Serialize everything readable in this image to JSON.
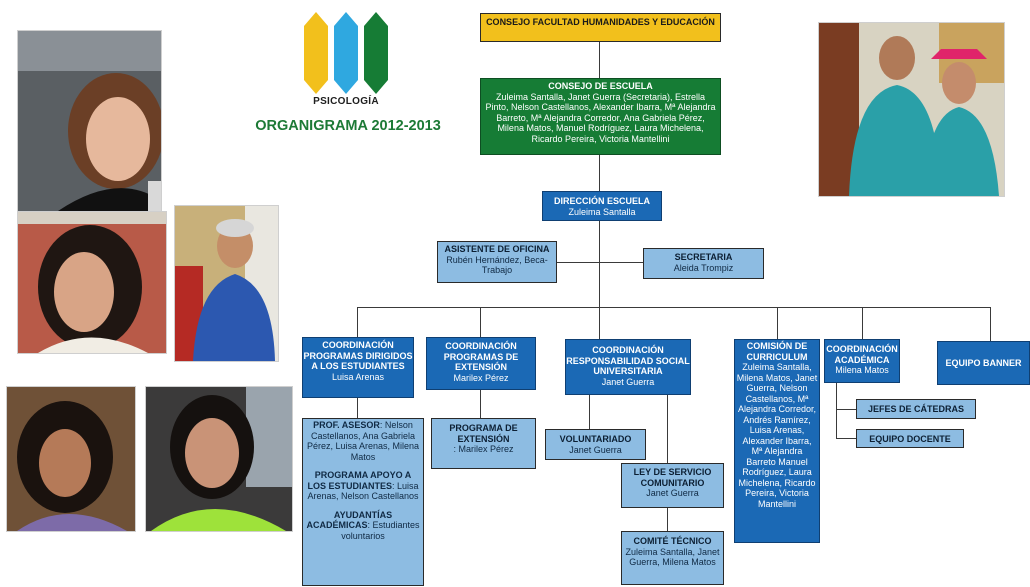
{
  "title": "ORGANIGRAMA 2012-2013",
  "logo": {
    "text": "PSICOLOGÍA",
    "colors": [
      "#f2c01c",
      "#2fa8e0",
      "#167c35"
    ]
  },
  "nodes": {
    "consejo_facultad": {
      "title": "CONSEJO FACULTAD HUMANIDADES Y EDUCACIÓN"
    },
    "consejo_escuela": {
      "title": "CONSEJO DE ESCUELA",
      "members": "Zuleima Santalla, Janet Guerra (Secretaria), Estrella Pinto, Nelson Castellanos, Alexander Ibarra, Mª Alejandra Barreto, Mª Alejandra Corredor, Ana Gabriela Pérez, Milena Matos, Manuel Rodríguez, Laura Michelena, Ricardo Pereira, Victoria Mantellini"
    },
    "direccion": {
      "title": "DIRECCIÓN ESCUELA",
      "name": "Zuleima Santalla"
    },
    "asistente": {
      "title": "ASISTENTE DE OFICINA",
      "name": "Rubén Hernández, Beca-Trabajo"
    },
    "secretaria": {
      "title": "SECRETARIA",
      "name": "Aleida Trompiz"
    },
    "coord_programas": {
      "title": "COORDINACIÓN PROGRAMAS DIRIGIDOS A LOS ESTUDIANTES",
      "name": "Luisa Arenas"
    },
    "coord_extension": {
      "title": "COORDINACIÓN PROGRAMAS DE EXTENSIÓN",
      "name": "Marilex Pérez"
    },
    "coord_rsu": {
      "title": "COORDINACIÓN RESPONSABILIDAD SOCIAL UNIVERSITARIA",
      "name": "Janet Guerra"
    },
    "comision_curriculum": {
      "title": "COMISIÓN DE CURRICULUM",
      "members": "Zuleima Santalla, Milena Matos, Janet Guerra, Nelson Castellanos, Mª Alejandra Corredor, Andrés Ramírez, Luisa Arenas, Alexander Ibarra, Mª Alejandra Barreto Manuel Rodríguez, Laura Michelena, Ricardo Pereira, Victoria Mantellini"
    },
    "coord_academica": {
      "title": "COORDINACIÓN ACADÉMICA",
      "name": "Milena Matos"
    },
    "equipo_banner": {
      "title": "EQUIPO BANNER"
    },
    "programas_detalle": {
      "prof_asesor_title": "PROF. ASESOR",
      "prof_asesor_names": ": Nelson Castellanos, Ana Gabriela Pérez, Luisa Arenas, Milena Matos",
      "apoyo_title": "PROGRAMA APOYO A LOS ESTUDIANTES",
      "apoyo_names": ": Luisa Arenas, Nelson Castellanos",
      "ayudantias_title": "AYUDANTÍAS ACADÉMICAS",
      "ayudantias_names": ": Estudiantes voluntarios"
    },
    "programa_extension": {
      "title": "PROGRAMA DE EXTENSIÓN",
      "name": ": Marilex Pérez"
    },
    "voluntariado": {
      "title": "VOLUNTARIADO",
      "name": "Janet Guerra"
    },
    "servicio_comunitario": {
      "title": "LEY DE SERVICIO COMUNITARIO",
      "name": "Janet Guerra"
    },
    "comite_tecnico": {
      "title": "COMITÉ TÉCNICO",
      "members": "Zuleima Santalla, Janet Guerra, Milena Matos"
    },
    "jefes_catedras": {
      "title": "JEFES DE CÁTEDRAS"
    },
    "equipo_docente": {
      "title": "EQUIPO DOCENTE"
    }
  },
  "colors": {
    "top": "#f2c01c",
    "council": "#167c35",
    "primary": "#1b69b5",
    "secondary": "#8dbce2",
    "title": "#1d7a36"
  }
}
